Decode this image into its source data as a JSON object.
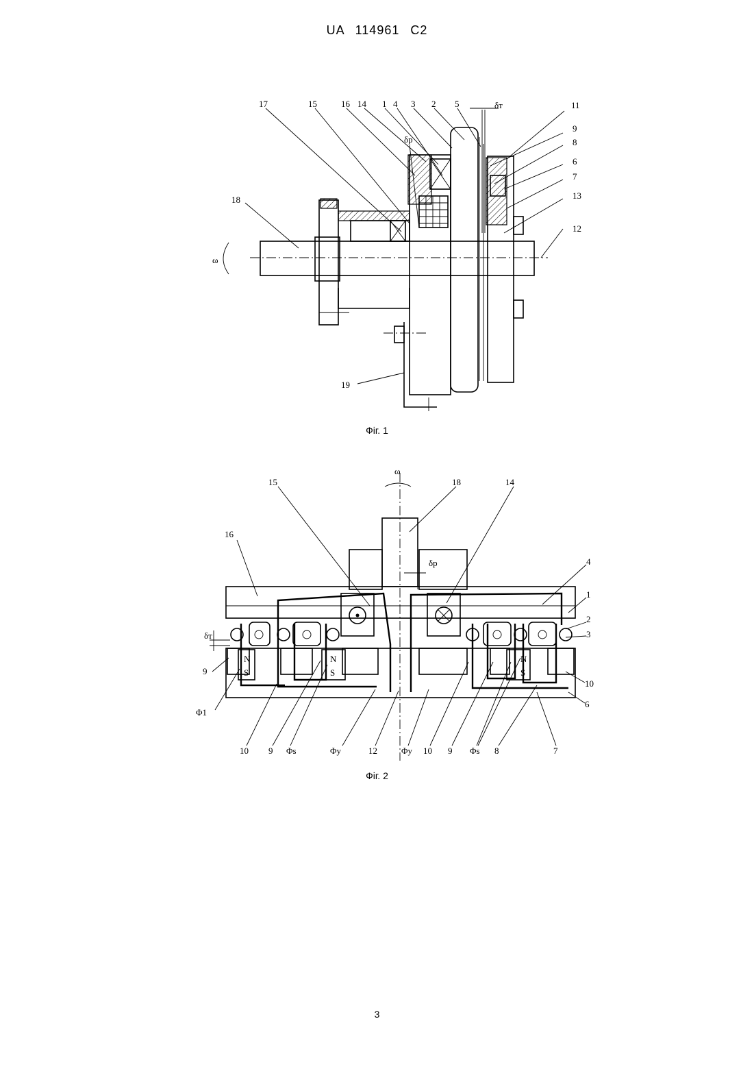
{
  "header": "UA  114961  C2",
  "page_number": "3",
  "fig1": {
    "caption": "Фіг. 1",
    "labels": {
      "l17": "17",
      "l15": "15",
      "l16": "16",
      "l14": "14",
      "l1": "1",
      "l4": "4",
      "l3": "3",
      "l2": "2",
      "l5": "5",
      "delta_t": "δт",
      "l11": "11",
      "l9": "9",
      "l8": "8",
      "l6": "6",
      "l7": "7",
      "l13": "13",
      "l12": "12",
      "l18": "18",
      "omega": "ω",
      "delta_p": "δр",
      "l19": "19"
    }
  },
  "fig2": {
    "caption": "Фіг. 2",
    "labels": {
      "omega": "ω",
      "l18": "18",
      "l15": "15",
      "l14": "14",
      "l16": "16",
      "l4": "4",
      "delta_p": "δр",
      "l1": "1",
      "l2": "2",
      "l3": "3",
      "delta_t": "δт",
      "l9a": "9",
      "l10r": "10",
      "l6": "6",
      "phi1": "Φ1",
      "l10a": "10",
      "l9b": "9",
      "phis_a": "Φs",
      "phiy_a": "Φy",
      "l12": "12",
      "phiy_b": "Φy",
      "l10b": "10",
      "l9c": "9",
      "phis_b": "Φs",
      "l8": "8",
      "l7": "7",
      "N1": "N",
      "S1": "S",
      "N2": "N",
      "S2": "S",
      "N3": "N",
      "S3": "S"
    }
  }
}
